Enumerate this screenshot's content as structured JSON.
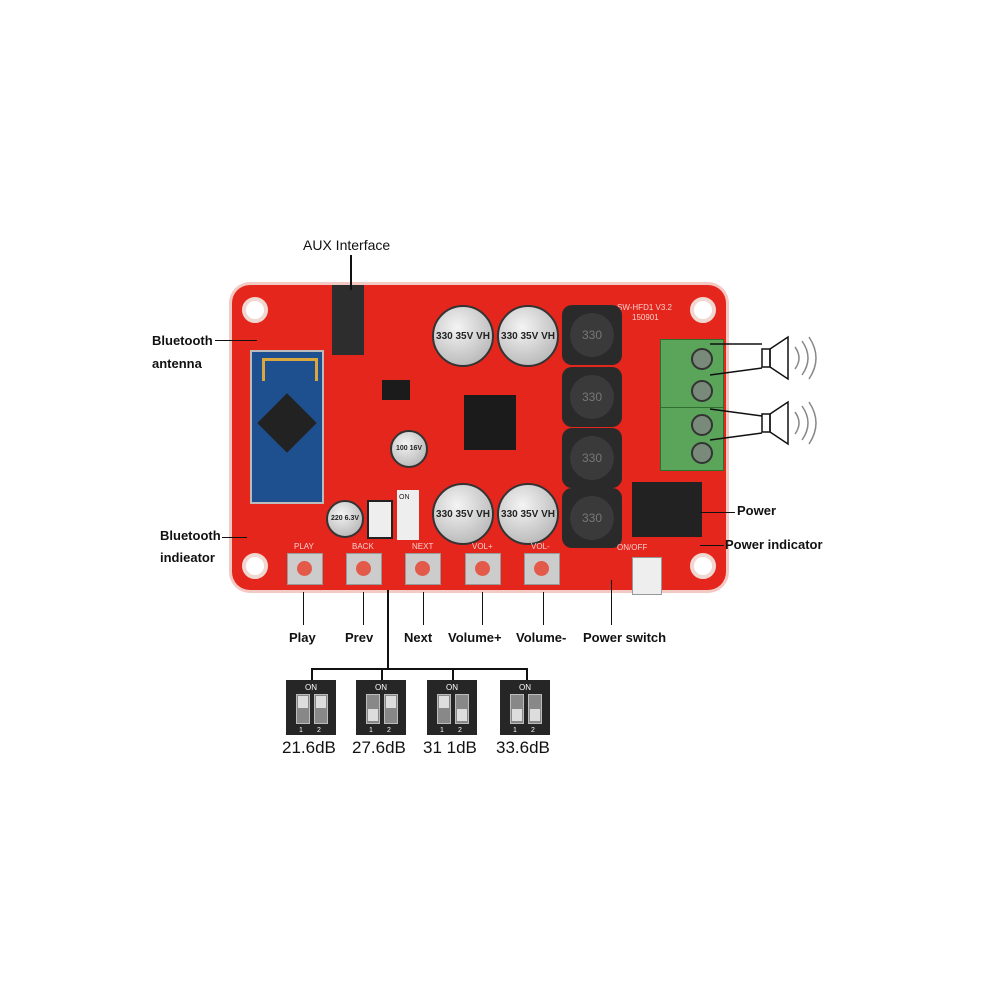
{
  "callouts": {
    "aux": "AUX Interface",
    "bt_antenna": [
      "Bluetooth",
      "antenna"
    ],
    "bt_indicator": [
      "Bluetooth",
      "indieator"
    ],
    "power": "Power",
    "power_indicator": "Power indicator",
    "buttons": [
      "Play",
      "Prev",
      "Next",
      "Volume+",
      "Volume-",
      "Power switch"
    ]
  },
  "board": {
    "model": "SW-HFD1 V3.2",
    "date": "150901",
    "button_silk": [
      "PLAY",
      "BACK",
      "NEXT",
      "VOL+",
      "VOL-",
      "ON/OFF"
    ],
    "cap_large": "330 35V VH",
    "cap_small1": "100 16V",
    "cap_small2": "220 6.3V",
    "inductor": "330",
    "dip_on": "ON",
    "color": "#e4261d"
  },
  "dip_settings": [
    {
      "gain": "21.6dB",
      "sw1": "on",
      "sw2": "on"
    },
    {
      "gain": "27.6dB",
      "sw1": "off",
      "sw2": "on"
    },
    {
      "gain": "31 1dB",
      "sw1": "on",
      "sw2": "off"
    },
    {
      "gain": "33.6dB",
      "sw1": "off",
      "sw2": "off"
    }
  ],
  "dip_labels": {
    "on": "ON",
    "one": "1",
    "two": "2"
  }
}
